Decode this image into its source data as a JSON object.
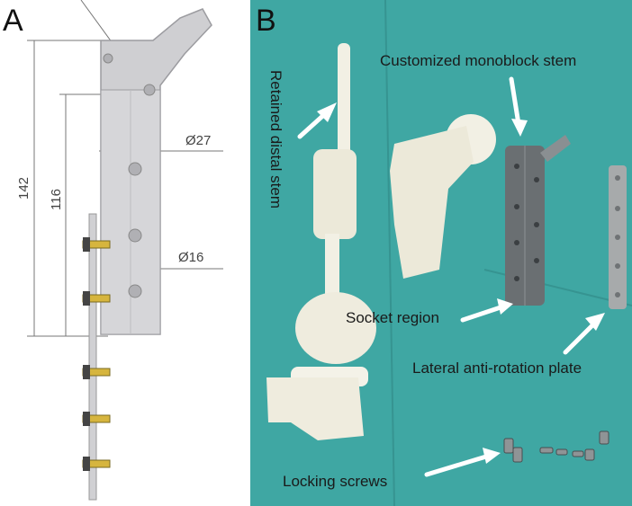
{
  "panel_a": {
    "letter": "A",
    "dims": {
      "length_outer": "142",
      "length_inner": "116",
      "diameter_top": "Ø27",
      "diameter_bottom": "Ø16"
    }
  },
  "panel_b": {
    "letter": "B",
    "labels": {
      "retained_distal_stem": "Retained distal stem",
      "customized_stem": "Customized monoblock stem",
      "socket_region": "Socket region",
      "anti_rotation_plate": "Lateral anti-rotation plate",
      "locking_screws": "Locking screws"
    },
    "colors": {
      "drape": "#3fa7a3",
      "model": "#f2f0e4",
      "metal": "#6a6f72",
      "arrow": "#ffffff"
    }
  }
}
